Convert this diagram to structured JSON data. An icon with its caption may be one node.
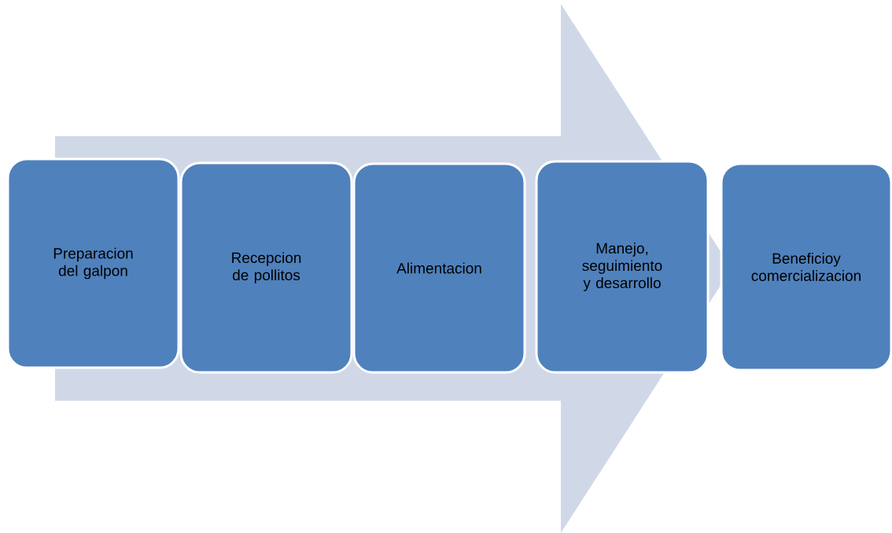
{
  "diagram": {
    "nodes": [
      {
        "text": [
          "Preparacion del galpon"
        ]
      },
      {
        "text": [
          "Recepcion de pollitos"
        ]
      },
      {
        "text": [
          "Alimentacion"
        ]
      },
      {
        "text": [
          "Manejo, seguimiento y desarrollo"
        ]
      },
      {
        "text": [
          "Beneficioy comercializacion"
        ]
      }
    ],
    "edges": [
      {
        "from": 0,
        "to": 4,
        "arrow": "to"
      }
    ]
  }
}
